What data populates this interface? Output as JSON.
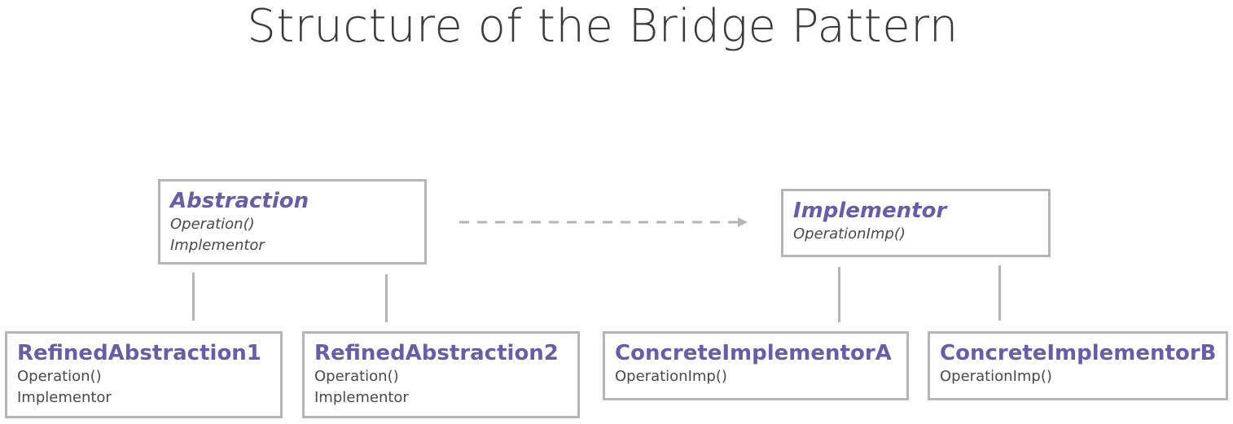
{
  "title": "Structure of the Bridge Pattern",
  "colors": {
    "class_name": "#6a5ca8",
    "border": "#b5b5b5",
    "text": "#4a4a4a"
  },
  "abstraction": {
    "name": "Abstraction",
    "members": [
      "Operation()",
      "Implementor"
    ]
  },
  "implementor": {
    "name": "Implementor",
    "members": [
      "OperationImp()"
    ]
  },
  "refined_abstraction_1": {
    "name": "RefinedAbstraction1",
    "members": [
      "Operation()",
      "Implementor"
    ]
  },
  "refined_abstraction_2": {
    "name": "RefinedAbstraction2",
    "members": [
      "Operation()",
      "Implementor"
    ]
  },
  "concrete_implementor_a": {
    "name": "ConcreteImplementorA",
    "members": [
      "OperationImp()"
    ]
  },
  "concrete_implementor_b": {
    "name": "ConcreteImplementorB",
    "members": [
      "OperationImp()"
    ]
  }
}
